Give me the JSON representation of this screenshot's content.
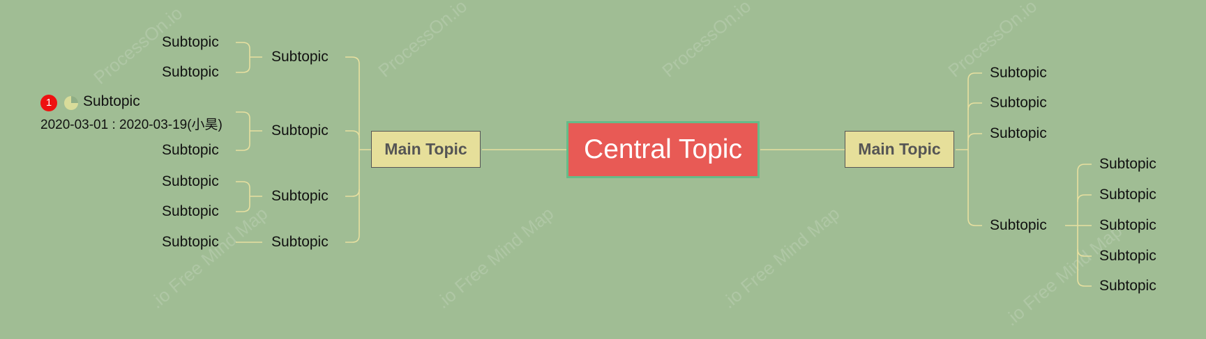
{
  "watermarks": {
    "site": "ProcessOn.io",
    "product": ".io Free Mind Map"
  },
  "central": {
    "label": "Central Topic"
  },
  "left_main": {
    "label": "Main Topic",
    "children": [
      {
        "label": "Subtopic",
        "children": [
          "Subtopic",
          "Subtopic"
        ]
      },
      {
        "label": "Subtopic",
        "children": [
          "Subtopic",
          "Subtopic"
        ]
      },
      {
        "label": "Subtopic",
        "children": [
          "Subtopic",
          "Subtopic"
        ]
      },
      {
        "label": "Subtopic",
        "children": [
          "Subtopic"
        ]
      }
    ]
  },
  "annotated_node": {
    "priority_marker": "1",
    "progress_marker_icon": "progress-quarter-icon",
    "date_range": "2020-03-01 : 2020-03-19(小昊)"
  },
  "right_main": {
    "label": "Main Topic",
    "children": [
      {
        "label": "Subtopic"
      },
      {
        "label": "Subtopic"
      },
      {
        "label": "Subtopic"
      },
      {
        "label": "Subtopic",
        "children": [
          "Subtopic",
          "Subtopic",
          "Subtopic",
          "Subtopic",
          "Subtopic"
        ]
      }
    ]
  },
  "colors": {
    "background": "#a0bd94",
    "central_fill": "#e85a55",
    "central_border": "#66bb88",
    "main_fill": "#e6df9a",
    "connector": "#e8e0a0",
    "priority": "#ee1111"
  }
}
